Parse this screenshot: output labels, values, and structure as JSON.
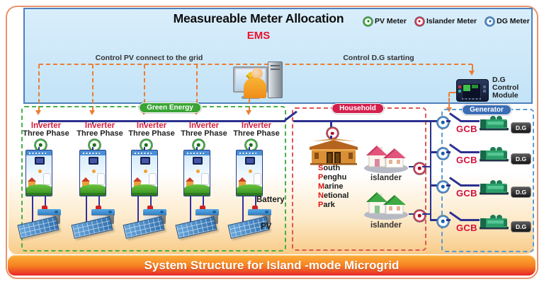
{
  "top_panel": {
    "title": "Measureable Meter Allocation",
    "legend": [
      {
        "label": "PV Meter"
      },
      {
        "label": "Islander Meter"
      },
      {
        "label": "DG Meter"
      }
    ],
    "ems_label": "EMS",
    "control_pv_label": "Control PV connect to the grid",
    "control_dg_label": "Control D.G starting",
    "dg_module_lines": [
      "D.G",
      "Control",
      "Module"
    ]
  },
  "green_section": {
    "pill": "Green Energy",
    "inverters": [
      {
        "title": "Inverter",
        "subtitle": "Three Phase"
      },
      {
        "title": "Inverter",
        "subtitle": "Three Phase"
      },
      {
        "title": "Inverter",
        "subtitle": "Three Phase"
      },
      {
        "title": "Inverter",
        "subtitle": "Three Phase"
      },
      {
        "title": "Inverter",
        "subtitle": "Three Phase"
      }
    ],
    "battery_label": "Battery",
    "pv_label": "PV"
  },
  "household_section": {
    "pill": "Household",
    "park_lines": [
      {
        "first": "S",
        "rest": "outh"
      },
      {
        "first": "P",
        "rest": "enghu"
      },
      {
        "first": "M",
        "rest": "arine"
      },
      {
        "first": "N",
        "rest": "etional"
      },
      {
        "first": "P",
        "rest": "ark"
      }
    ],
    "islander_labels": [
      "islander",
      "islander"
    ]
  },
  "generator_section": {
    "pill": "Generator",
    "rows": [
      {
        "breaker_label": "GCB",
        "unit_label": "D.G"
      },
      {
        "breaker_label": "GCB",
        "unit_label": "D.G"
      },
      {
        "breaker_label": "GCB",
        "unit_label": "D.G"
      },
      {
        "breaker_label": "GCB",
        "unit_label": "D.G"
      }
    ]
  },
  "banner": {
    "title": "System Structure for Island -mode Microgrid"
  },
  "colors": {
    "control_dashed": "#ed7d31",
    "bus": "#2b3090",
    "pv_meter": "#43b13c",
    "islander_meter": "#d63a52",
    "dg_meter": "#4a8fd8",
    "green_panel": "#44b244",
    "household_panel": "#e05555",
    "generator_panel": "#5b9bd5",
    "banner_top": "#fcb03c",
    "banner_bottom": "#e9262a"
  }
}
